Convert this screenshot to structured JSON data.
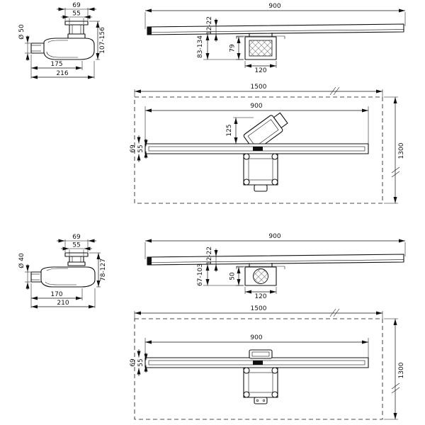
{
  "meta": {
    "drawing_type": "shower-drain-dimensional-drawing",
    "background": "#ffffff",
    "line_color": "#111111"
  },
  "views": {
    "trap_high": {
      "outlet_diameter": "Ø 50",
      "flange_width": "69",
      "grate_width": "55",
      "install_height_range": "107-156",
      "length_to_trap": "175",
      "total_length": "216"
    },
    "front_high": {
      "channel_length": "900",
      "install_depth_range": "83-134",
      "top_adjust_range": "12-22",
      "trap_depth": "79",
      "drain_body_width": "120"
    },
    "plan_high": {
      "area_width": "1500",
      "area_depth": "1300",
      "channel_length": "900",
      "outlet_offset": "125",
      "channel_width_outer": "69",
      "channel_width_inner": "55"
    },
    "trap_flat": {
      "outlet_diameter": "Ø 40",
      "flange_width": "69",
      "grate_width": "55",
      "install_height_range": "78-127",
      "length_to_trap": "170",
      "total_length": "210"
    },
    "front_flat": {
      "channel_length": "900",
      "install_depth_range": "67-103",
      "top_adjust_range": "12-22",
      "trap_depth": "50",
      "drain_body_width": "120"
    },
    "plan_flat": {
      "area_width": "1500",
      "area_depth": "1300",
      "channel_length": "900",
      "channel_width_outer": "69",
      "channel_width_inner": "55"
    }
  }
}
